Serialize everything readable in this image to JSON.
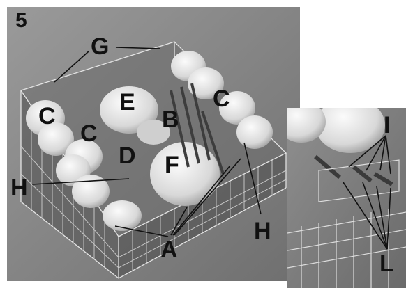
{
  "figure_number": "5",
  "labels": {
    "A": "A",
    "B": "B",
    "C1": "C",
    "C2": "C",
    "C3": "C",
    "D": "D",
    "E": "E",
    "F": "F",
    "G": "G",
    "H1": "H",
    "H2": "H",
    "I": "I",
    "L": "L"
  },
  "colors": {
    "photo_bg": "#8a8a8a",
    "label": "#111111",
    "leader_line": "#111111",
    "dish": "#e6e6e6",
    "rack_wire": "#d9d9d9"
  }
}
